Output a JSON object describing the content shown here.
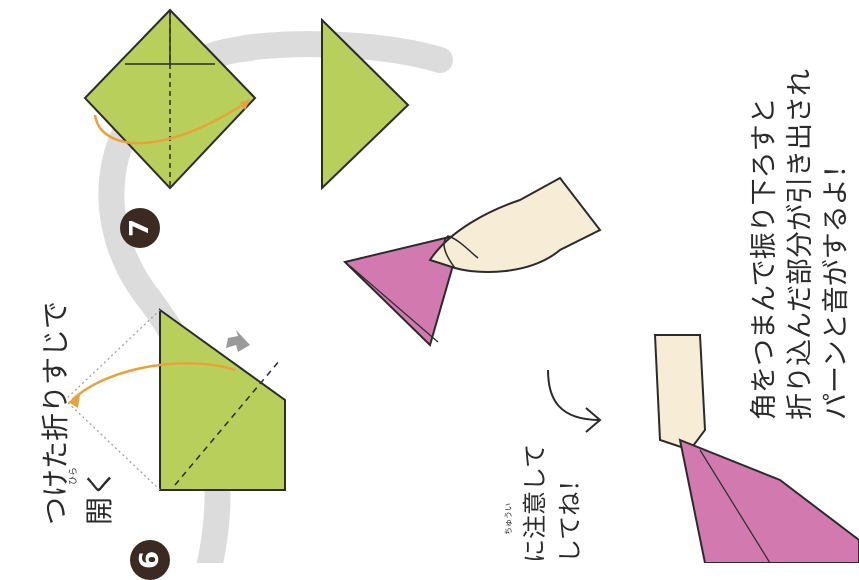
{
  "steps": {
    "step6": {
      "number": "6",
      "instruction_line1": "つけた折りすじで",
      "instruction_line2": "開く",
      "ruby": "ひら"
    },
    "step7": {
      "number": "7"
    }
  },
  "notes": {
    "caution_line1": "に注意して",
    "caution_line2": "してね！",
    "ruby": "ちゅうい"
  },
  "final": {
    "line1": "角をつまんで振り下ろすと",
    "line2": "折り込んだ部分が引き出され",
    "line3": "パーンと音がするよ！"
  },
  "colors": {
    "paper_green": "#b8cf5c",
    "paper_pink": "#d27ab0",
    "arc_gray": "#dcdcdc",
    "arrow_orange": "#e8a23a",
    "badge_brown": "#3a2a22",
    "skin": "#f7ecd6",
    "push_arrow_gray": "#9a9a9a"
  },
  "icons": {
    "step6_fold_arrow": "curved-arrow-icon",
    "step6_push_arrow": "push-arrow-icon",
    "step7_fold_arrow": "curved-arrow-icon",
    "caution_arrow": "curved-arrow-icon"
  }
}
